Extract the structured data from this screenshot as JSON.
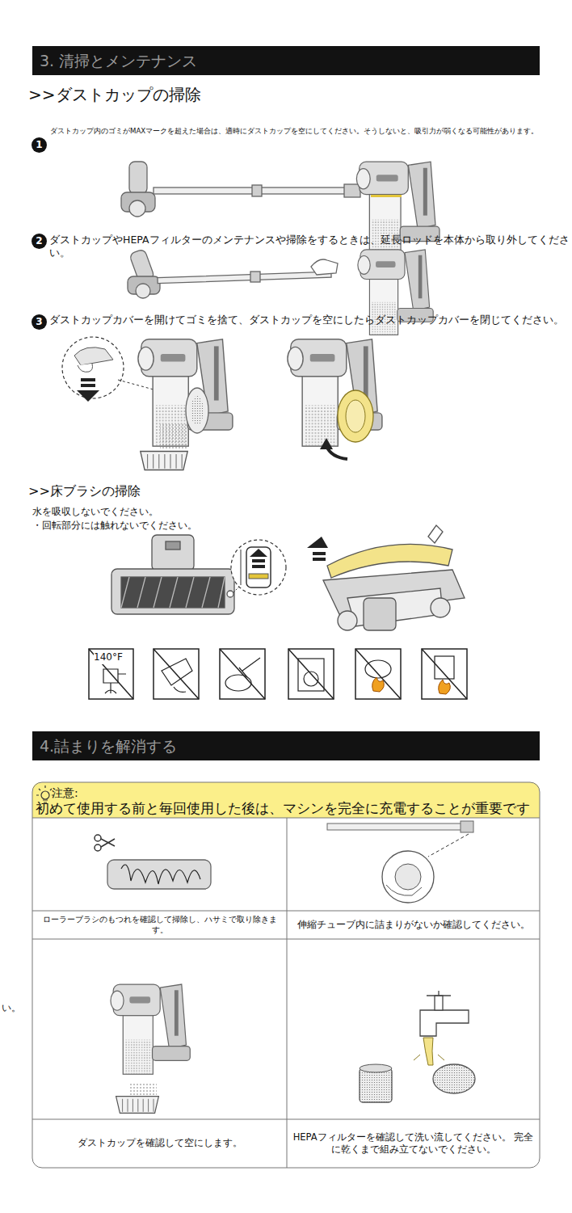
{
  "diagram": {
    "nodes": [
      {
        "text": [
          "3. 清掃とメンテナンス"
        ]
      },
      {
        "text": [
          "4.詰まりを解消する"
        ]
      },
      {
        "text": [
          "注意:",
          "初めて使用する前と毎回使用した後は、マシンを完全に充電することが重要です"
        ]
      },
      {
        "text": [
          "ローラーブラシのもつれを確認して掃除し、ハサミで取り除きます。"
        ]
      },
      {
        "text": [
          "伸縮チューブ内に詰まりがないか確認してください。"
        ]
      },
      {
        "text": [
          "ダストカップを確認して空にします。"
        ]
      },
      {
        "text": [
          "HEPAフィルターを確認して洗い流してください。 完全に乾くまで組み立てないでください。"
        ]
      }
    ],
    "labels": [
      ">>ダストカップの掃除",
      "1",
      "ダストカップ内のゴミがMAXマークを超えた場合は、適時にダストカップを空にしてください。そうしないと、吸引力が弱くなる可能性があります。",
      "2",
      "ダストカップやHEPAフィルターのメンテナンスや掃除をするときは、延長ロッドを本体から取り外してください。",
      "3",
      "ダストカップカバーを開けてゴミを捨て、ダストカップを空にしたらダストカップカバーを閉じてください。",
      ">>床ブラシの掃除",
      "水を吸収しないでください。",
      "・回転部分には触れないでください。",
      "140°F",
      "い。"
    ]
  }
}
